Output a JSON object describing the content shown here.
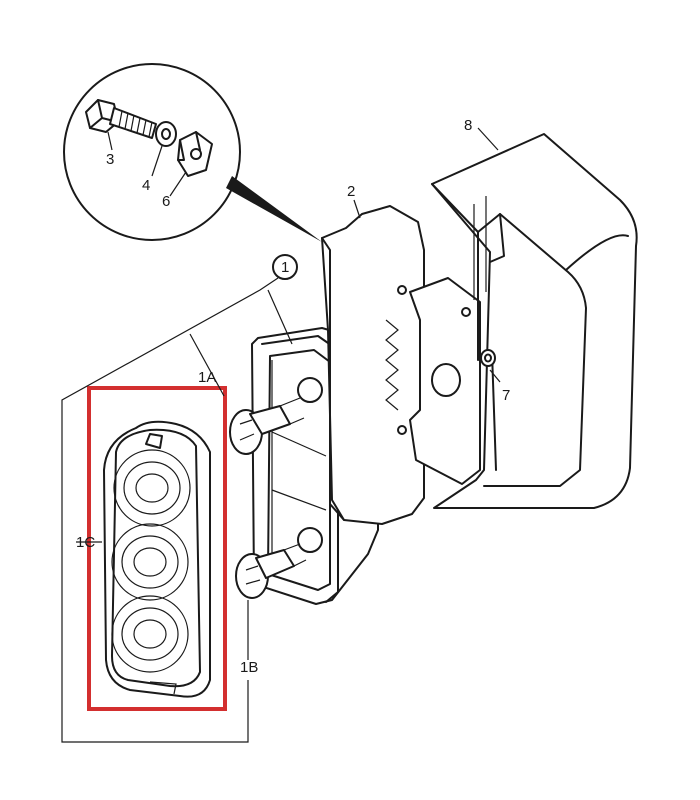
{
  "labels": {
    "part_1": "1",
    "part_1a": "1A",
    "part_1b": "1B",
    "part_1c": "1C",
    "part_2": "2",
    "part_3": "3",
    "part_4": "4",
    "part_6": "6",
    "part_7": "7",
    "part_8": "8"
  },
  "highlight_color": "#d32f2f",
  "line_color": "#1a1a1a"
}
